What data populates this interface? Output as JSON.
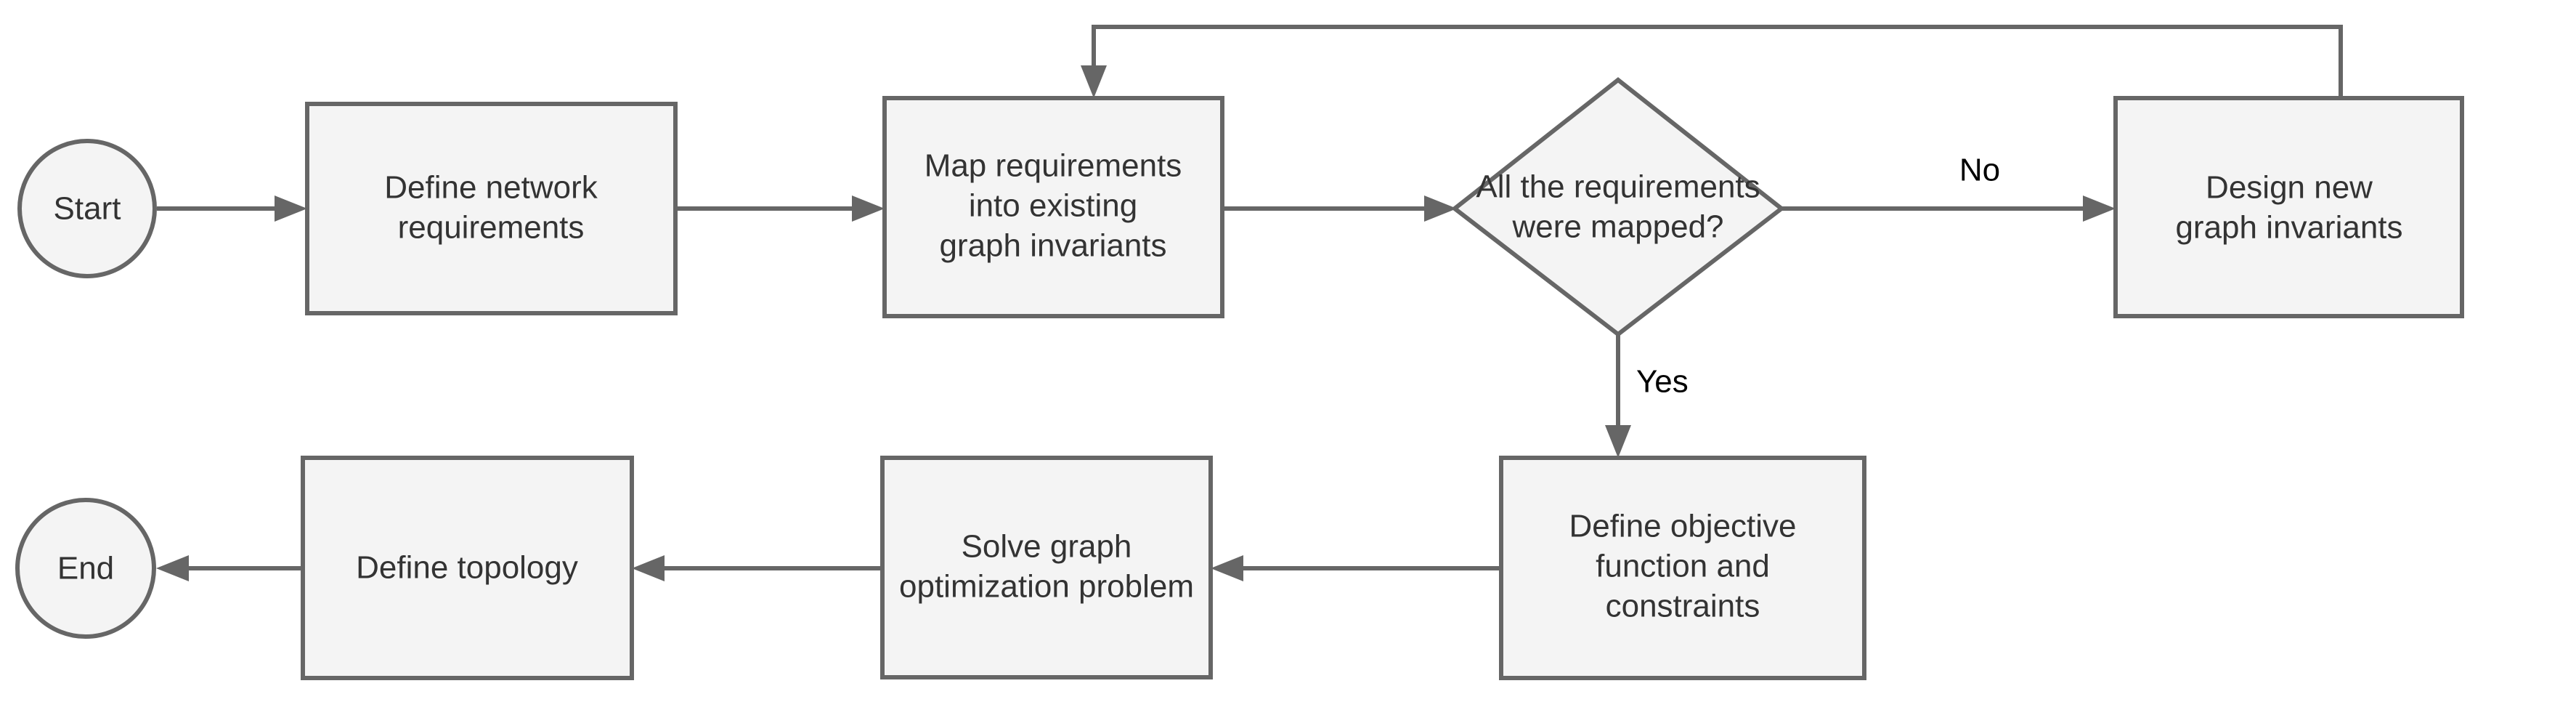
{
  "diagram": {
    "type": "flowchart",
    "background_color": "#ffffff",
    "node_fill_color": "#f4f4f4",
    "node_stroke_color": "#666666",
    "text_color": "#333333",
    "edge_label_color": "#000000",
    "nodes": {
      "start": {
        "shape": "circle",
        "label": "Start"
      },
      "define_requirements": {
        "shape": "process",
        "line1": "Define network",
        "line2": "requirements"
      },
      "map_requirements": {
        "shape": "process",
        "line1": "Map requirements",
        "line2": "into existing",
        "line3": "graph invariants"
      },
      "decision": {
        "shape": "diamond",
        "line1": "All the requirements",
        "line2": "were mapped?"
      },
      "design_invariants": {
        "shape": "process",
        "line1": "Design new",
        "line2": "graph invariants"
      },
      "define_objective": {
        "shape": "process",
        "line1": "Define objective",
        "line2": "function and",
        "line3": "constraints"
      },
      "solve_optimization": {
        "shape": "process",
        "line1": "Solve graph",
        "line2": "optimization problem"
      },
      "define_topology": {
        "shape": "process",
        "line1": "Define topology"
      },
      "end": {
        "shape": "circle",
        "label": "End"
      }
    },
    "edge_labels": {
      "no": "No",
      "yes": "Yes"
    },
    "edges": [
      {
        "from": "start",
        "to": "define_requirements",
        "label": ""
      },
      {
        "from": "define_requirements",
        "to": "map_requirements",
        "label": ""
      },
      {
        "from": "map_requirements",
        "to": "decision",
        "label": ""
      },
      {
        "from": "decision",
        "to": "design_invariants",
        "label": "No"
      },
      {
        "from": "decision",
        "to": "define_objective",
        "label": "Yes"
      },
      {
        "from": "design_invariants",
        "to": "map_requirements",
        "label": ""
      },
      {
        "from": "define_objective",
        "to": "solve_optimization",
        "label": ""
      },
      {
        "from": "solve_optimization",
        "to": "define_topology",
        "label": ""
      },
      {
        "from": "define_topology",
        "to": "end",
        "label": ""
      }
    ]
  }
}
